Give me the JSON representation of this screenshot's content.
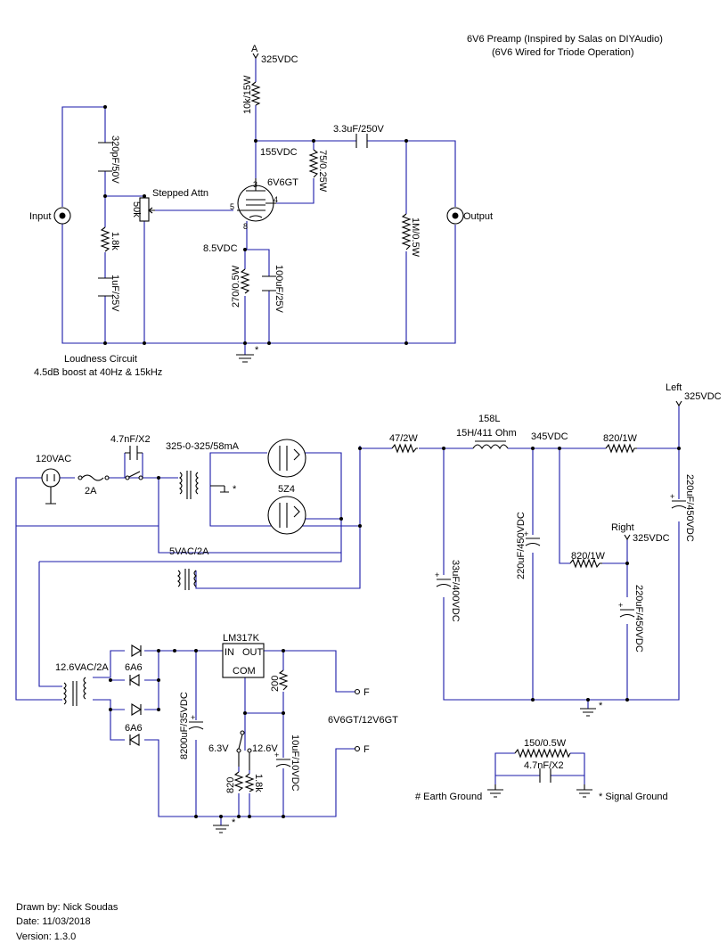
{
  "title": {
    "line1": "6V6 Preamp (Inspired by Salas on DIYAudio)",
    "line2": "(6V6 Wired for Triode Operation)"
  },
  "preamp": {
    "node_a": "A",
    "b_plus": "325VDC",
    "r_plate": "10k/15W",
    "plate_v": "155VDC",
    "c_out": "3.3uF/250V",
    "r_g2": "75/0.25W",
    "tube": "6V6GT",
    "pin3": "3",
    "pin4": "4",
    "pin5": "5",
    "pin8": "8",
    "cath_v": "8.5VDC",
    "r_k": "270/0.5W",
    "c_k": "100uF/25V",
    "r_leak": "1M/0.5W",
    "input": "Input",
    "output": "Output",
    "c_loud": "320pF/50V",
    "r_loud": "1.8k",
    "c_loud2": "1uF/25V",
    "pot": "50k",
    "pot_label": "Stepped Attn",
    "gnd_mark": "*",
    "loud1": "Loudness Circuit",
    "loud2": "4.5dB boost at 40Hz & 15kHz"
  },
  "psu": {
    "mains": "120VAC",
    "fuse": "2A",
    "cap_x": "4.7nF/X2",
    "xfmr": "325-0-325/58mA",
    "rect": "5Z4",
    "fil": "5VAC/2A",
    "r1": "47/2W",
    "choke_id": "158L",
    "choke": "15H/411 Ohm",
    "v345": "345VDC",
    "r_left": "820/1W",
    "left": "Left",
    "left_v": "325VDC",
    "c_left": "220uF/450VDC",
    "c1": "33uF/400VDC",
    "c2": "220uF/450VDC",
    "right": "Right",
    "right_v": "325VDC",
    "r_right": "820/1W",
    "c_right": "220uF/450VDC",
    "gnd_mark": "*"
  },
  "heater": {
    "xfmr": "12.6VAC/2A",
    "d1": "6A6",
    "d2": "6A6",
    "c_filt": "8200uF/35VDC",
    "reg": "LM317K",
    "pin_in": "IN",
    "pin_out": "OUT",
    "pin_com": "COM",
    "r200": "200",
    "sw_a": "6.3V",
    "sw_b": "12.6V",
    "r820": "820",
    "r18k": "1.8k",
    "c_out": "10uF/10VDC",
    "term1": "F",
    "term2": "F",
    "tubes": "6V6GT/12V6GT",
    "gnd_mark": "*"
  },
  "ground": {
    "r": "150/0.5W",
    "c": "4.7nF/X2",
    "earth": "# Earth Ground",
    "signal": "* Signal Ground"
  },
  "footer": {
    "drawn": "Drawn by: Nick Soudas",
    "date": "Date: 11/03/2018",
    "version": "Version: 1.3.0"
  }
}
